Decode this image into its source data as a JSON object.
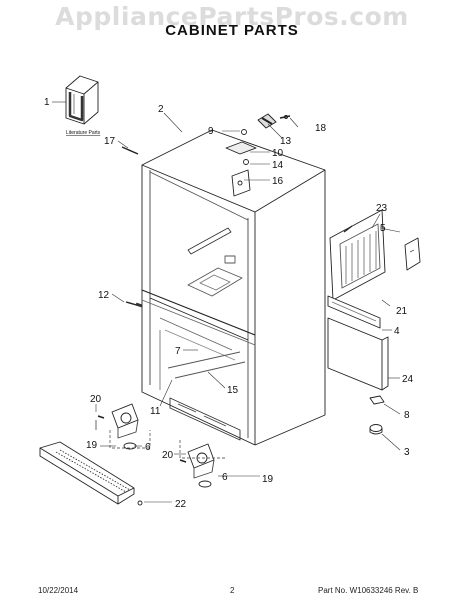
{
  "watermark": "AppliancePartsPros.com",
  "title": "CABINET PARTS",
  "literature_label": "Literature Parts",
  "callouts": {
    "c1": "1",
    "c2": "2",
    "c3": "3",
    "c4": "4",
    "c5": "5",
    "c6a": "6",
    "c6b": "6",
    "c7": "7",
    "c8": "8",
    "c9": "9",
    "c10": "10",
    "c11": "11",
    "c12": "12",
    "c13": "13",
    "c14": "14",
    "c15": "15",
    "c16": "16",
    "c17": "17",
    "c18": "18",
    "c19a": "19",
    "c19b": "19",
    "c20a": "20",
    "c20b": "20",
    "c21": "21",
    "c22": "22",
    "c23": "23",
    "c24": "24"
  },
  "footer": {
    "date": "10/22/2014",
    "page": "2",
    "part_no": "Part No. W10633246  Rev. B"
  }
}
